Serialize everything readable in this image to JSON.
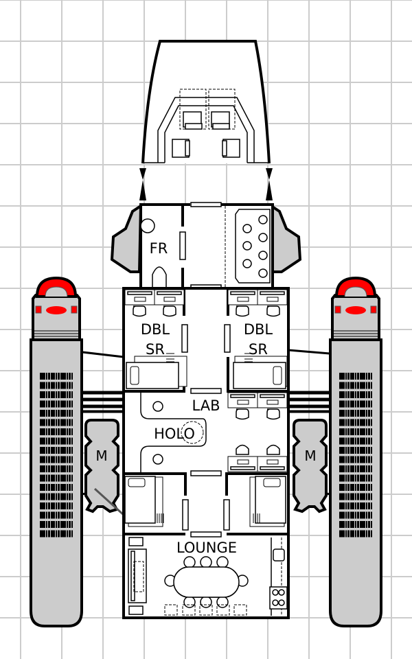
{
  "title": "Starship deck plan",
  "colors": {
    "hull_gray": "#cccccc",
    "engine_cap": "#ff0000",
    "grid": "#cccccc",
    "line": "#000000"
  },
  "rooms": {
    "fr": "FR",
    "dbl_sr_left": [
      "DBL",
      "SR"
    ],
    "dbl_sr_right": [
      "DBL",
      "SR"
    ],
    "lab": "LAB",
    "holo": "HOLO",
    "lounge": "LOUNGE"
  },
  "modules": {
    "left": "M",
    "right": "M"
  }
}
